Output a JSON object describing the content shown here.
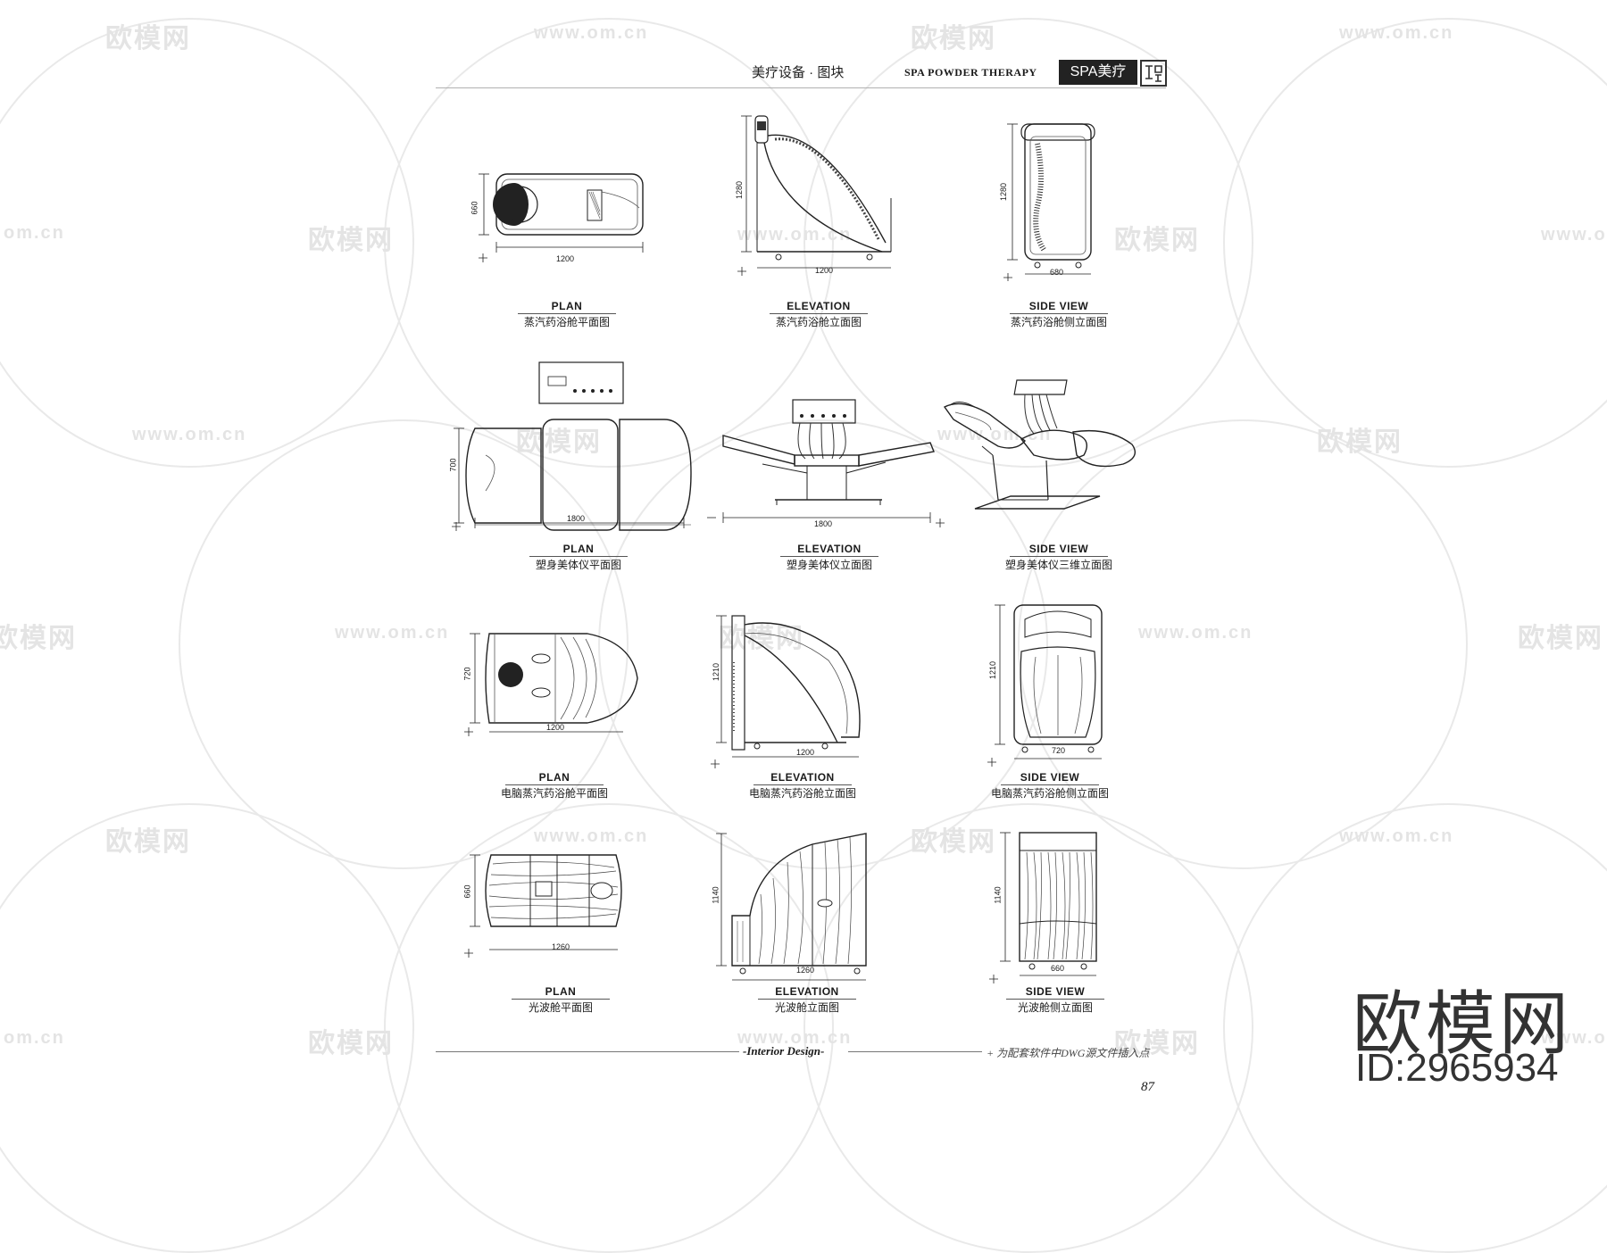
{
  "header": {
    "title_cn": "美疗设备 · 图块",
    "title_en": "SPA POWDER THERAPY",
    "badge": "SPA美疗"
  },
  "watermark": {
    "logo_text": "欧模网",
    "url": "www.om.cn",
    "url_partial": "om.cn"
  },
  "rows": [
    {
      "items": [
        {
          "en": "PLAN",
          "cn": "蒸汽药浴舱平面图",
          "dims": [
            "1200",
            "660"
          ]
        },
        {
          "en": "ELEVATION",
          "cn": "蒸汽药浴舱立面图",
          "dims": [
            "1200",
            "1280"
          ]
        },
        {
          "en": "SIDE VIEW",
          "cn": "蒸汽药浴舱侧立面图",
          "dims": [
            "680",
            "1280"
          ]
        }
      ]
    },
    {
      "items": [
        {
          "en": "PLAN",
          "cn": "塑身美体仪平面图",
          "dims": [
            "1800",
            "700"
          ]
        },
        {
          "en": "ELEVATION",
          "cn": "塑身美体仪立面图",
          "dims": [
            "1800"
          ]
        },
        {
          "en": "SIDE VIEW",
          "cn": "塑身美体仪三维立面图",
          "dims": []
        }
      ]
    },
    {
      "items": [
        {
          "en": "PLAN",
          "cn": "电脑蒸汽药浴舱平面图",
          "dims": [
            "1200",
            "720"
          ]
        },
        {
          "en": "ELEVATION",
          "cn": "电脑蒸汽药浴舱立面图",
          "dims": [
            "1200",
            "1210"
          ]
        },
        {
          "en": "SIDE VIEW",
          "cn": "电脑蒸汽药浴舱侧立面图",
          "dims": [
            "720",
            "1210"
          ]
        }
      ]
    },
    {
      "items": [
        {
          "en": "PLAN",
          "cn": "光波舱平面图",
          "dims": [
            "1260",
            "660"
          ]
        },
        {
          "en": "ELEVATION",
          "cn": "光波舱立面图",
          "dims": [
            "1260",
            "1140"
          ]
        },
        {
          "en": "SIDE VIEW",
          "cn": "光波舱侧立面图",
          "dims": [
            "660",
            "1140"
          ]
        }
      ]
    }
  ],
  "footer": {
    "center": "-Interior Design-",
    "note": "+ 为配套软件中DWG源文件插入点",
    "page": "87"
  },
  "brand": {
    "name": "欧模网",
    "id": "ID:2965934"
  }
}
